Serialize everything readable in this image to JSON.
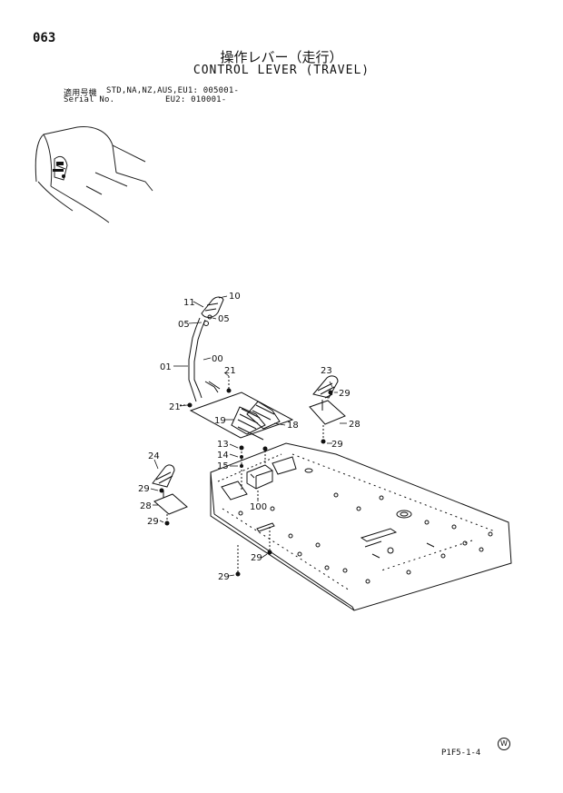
{
  "header": {
    "page_number": "063",
    "title_jp": "操作レバー（走行）",
    "title_en": "CONTROL LEVER (TRAVEL)",
    "serial_label_jp": "適用号機",
    "serial_line1": "STD,NA,NZ,AUS,EU1: 005001-",
    "serial_label_en": "Serial No.",
    "serial_line2": "EU2: 010001-"
  },
  "footer": {
    "page_code": "P1F5-1-4",
    "mark": "W"
  },
  "callouts": [
    "11",
    "10",
    "05",
    "05",
    "00",
    "01",
    "21",
    "21",
    "19",
    "18",
    "13",
    "14",
    "15",
    "100",
    "23",
    "29",
    "28",
    "29",
    "24",
    "29",
    "28",
    "29",
    "29",
    "29"
  ]
}
